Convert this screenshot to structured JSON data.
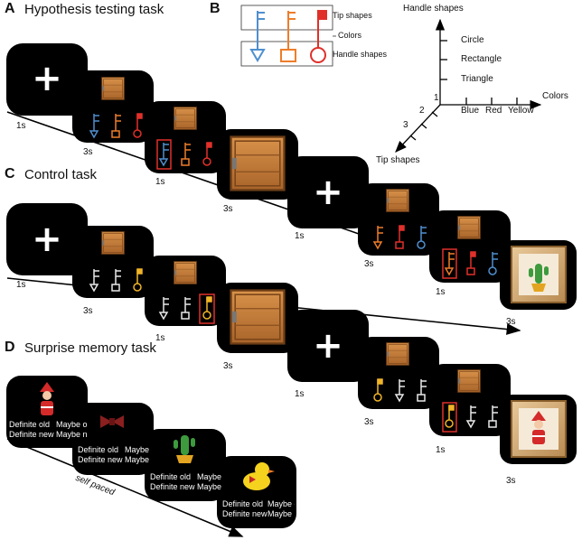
{
  "sections": {
    "a": {
      "letter": "A",
      "title": "Hypothesis testing task"
    },
    "b": {
      "letter": "B"
    },
    "c": {
      "letter": "C",
      "title": "Control task"
    },
    "d": {
      "letter": "D",
      "title": "Surprise memory task"
    }
  },
  "legend": {
    "tip": "Tip shapes",
    "colors": "Colors",
    "handle": "Handle shapes"
  },
  "axes": {
    "handle_title": "Handle shapes",
    "handle_values": [
      "Circle",
      "Rectangle",
      "Triangle"
    ],
    "colors_title": "Colors",
    "color_values": [
      "Blue",
      "Red",
      "Yellow"
    ],
    "tip_title": "Tip shapes",
    "tip_values": [
      "1",
      "2",
      "3"
    ]
  },
  "timing_a": [
    "1s",
    "3s",
    "1s",
    "3s",
    "1s",
    "3s"
  ],
  "timing_c": [
    "1s",
    "3s",
    "1s",
    "3s",
    "1s",
    "3s"
  ],
  "timing_d": [
    "self paced"
  ],
  "memory_options": {
    "old1": "Definite old",
    "old2": "Maybe old",
    "new1": "Definite new",
    "new2": "Maybe new",
    "old2_cut": "Maybe",
    "new2_cut": "Maybe",
    "old2_mid": "Maybe o",
    "new2_mid": "Maybe n"
  },
  "colors": {
    "blue": "#4f8fcf",
    "orange": "#ee7d2a",
    "red": "#e0302a",
    "yellow": "#f0b428",
    "white": "#e8e8e8",
    "box_wood": "#c07a32",
    "frame_red": "#e0302a"
  }
}
